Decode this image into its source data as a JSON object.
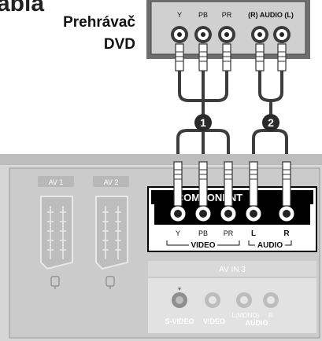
{
  "header": {
    "title_fragment": "abla",
    "device_line1": "Prehrávač",
    "device_line2": "DVD"
  },
  "dvd_panel": {
    "jacks": [
      "Y",
      "PB",
      "PR"
    ],
    "audio_label": "(R) AUDIO (L)"
  },
  "steps": [
    "1",
    "2"
  ],
  "tv_panel": {
    "av1": "AV 1",
    "av2": "AV 2",
    "component_label": "COMPONENT",
    "jacks": [
      "Y",
      "PB",
      "PR",
      "L",
      "R"
    ],
    "video_group": "VIDEO",
    "audio_group": "AUDIO",
    "av_in3": "AV IN 3",
    "svideo": "S-VIDEO",
    "video": "VIDEO",
    "mono": "L(MONO)",
    "r": "R",
    "audio": "AUDIO"
  },
  "colors": {
    "panel_gray": "#c8c8c8",
    "panel_dark": "#9a9a9a",
    "cable": "#3c3c3c",
    "component_box": "#000000"
  }
}
